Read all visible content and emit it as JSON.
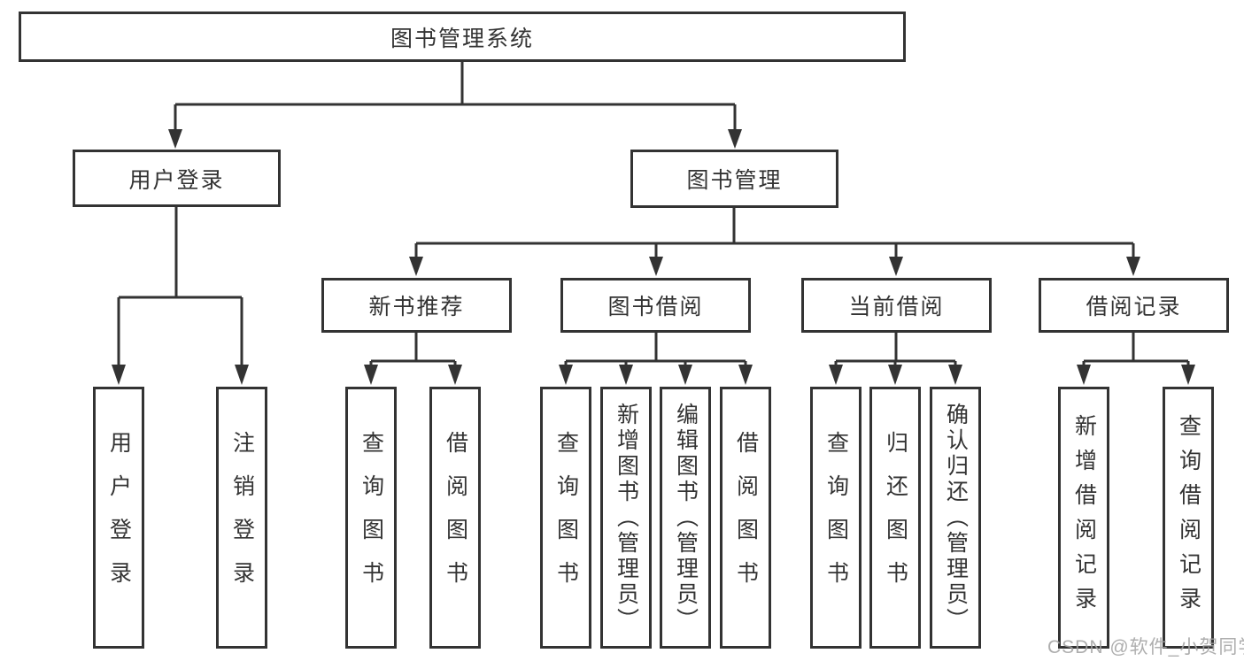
{
  "tree": {
    "label": "图书管理系统",
    "children": [
      {
        "label": "用户登录",
        "children": [
          {
            "label": "用户登录"
          },
          {
            "label": "注销登录"
          }
        ]
      },
      {
        "label": "图书管理",
        "children": [
          {
            "label": "新书推荐",
            "children": [
              {
                "label": "查询图书"
              },
              {
                "label": "借阅图书"
              }
            ]
          },
          {
            "label": "图书借阅",
            "children": [
              {
                "label": "查询图书"
              },
              {
                "label": "新增图书（管理员）"
              },
              {
                "label": "编辑图书（管理员）"
              },
              {
                "label": "借阅图书"
              }
            ]
          },
          {
            "label": "当前借阅",
            "children": [
              {
                "label": "查询图书"
              },
              {
                "label": "归还图书"
              },
              {
                "label": "确认归还（管理员）"
              }
            ]
          },
          {
            "label": "借阅记录",
            "children": [
              {
                "label": "新增借阅记录"
              },
              {
                "label": "查询借阅记录"
              }
            ]
          }
        ]
      }
    ]
  },
  "watermark": {
    "text": "CSDN @软件_小贺同学"
  },
  "colors": {
    "stroke": "#333333",
    "text": "#333333",
    "background": "#ffffff",
    "watermark": "#a3a3a3"
  }
}
